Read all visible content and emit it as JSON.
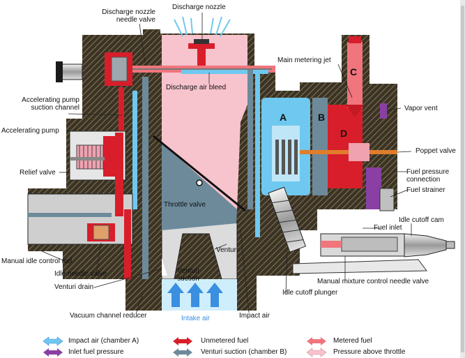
{
  "labels": {
    "discharge_nozzle": "Discharge nozzle",
    "discharge_nozzle_needle_valve": "Discharge nozzle\nneedle valve",
    "main_metering_jet": "Main metering jet",
    "discharge_air_bleed": "Discharge air bleed",
    "accelerating_pump_suction_channel": "Accelerating pump\nsuction channel",
    "vapor_vent": "Vapor vent",
    "accelerating_pump": "Accelerating pump",
    "poppet_valve": "Poppet valve",
    "relief_valve": "Relief valve",
    "fuel_pressure_connection": "Fuel pressure\nconnection",
    "fuel_strainer": "Fuel strainer",
    "throttle_valve": "Throttle valve",
    "idle_cutoff_cam": "Idle cutoff cam",
    "fuel_inlet": "Fuel inlet",
    "venturi": "Venturi",
    "manual_idle_control_rod": "Manual idle control rod",
    "idle_needle_valve": "Idle needle valve",
    "venturi_suction": "Venturi\nsuction",
    "manual_mixture_control_needle_valve": "Manual mixture control needle valve",
    "venturi_drain": "Venturi drain",
    "idle_cutoff_plunger": "Idle cutoff plunger",
    "vacuum_channel_reducer": "Vacuum channel reducer",
    "impact_air": "Impact air",
    "intake_air": "Intake air"
  },
  "chambers": [
    "A",
    "B",
    "C",
    "D"
  ],
  "legend": [
    {
      "label": "Impact air (chamber A)",
      "color": "#6fc8ef",
      "swatch": "double-arrow"
    },
    {
      "label": "Unmetered fuel",
      "color": "#d81e2a",
      "swatch": "double-arrow"
    },
    {
      "label": "Metered fuel",
      "color": "#f0757d",
      "swatch": "double-arrow"
    },
    {
      "label": "Inlet fuel pressure",
      "color": "#8a3fa4",
      "swatch": "double-arrow"
    },
    {
      "label": "Venturi suction (chamber B)",
      "color": "#6d8a9b",
      "swatch": "double-arrow"
    },
    {
      "label": "Pressure above throttle",
      "color": "#f7c3cd",
      "swatch": "double-arrow"
    }
  ],
  "colors": {
    "casting": "#3a3326",
    "casting_hatch": "#8a7a52",
    "impact_air": "#6fc8ef",
    "unmetered_fuel": "#d81e2a",
    "metered_fuel": "#f0757d",
    "inlet_fuel": "#8a3fa4",
    "venturi_suction": "#6d8a9b",
    "above_throttle": "#f7c3cd",
    "intake_air_text": "#3b8fe0"
  }
}
